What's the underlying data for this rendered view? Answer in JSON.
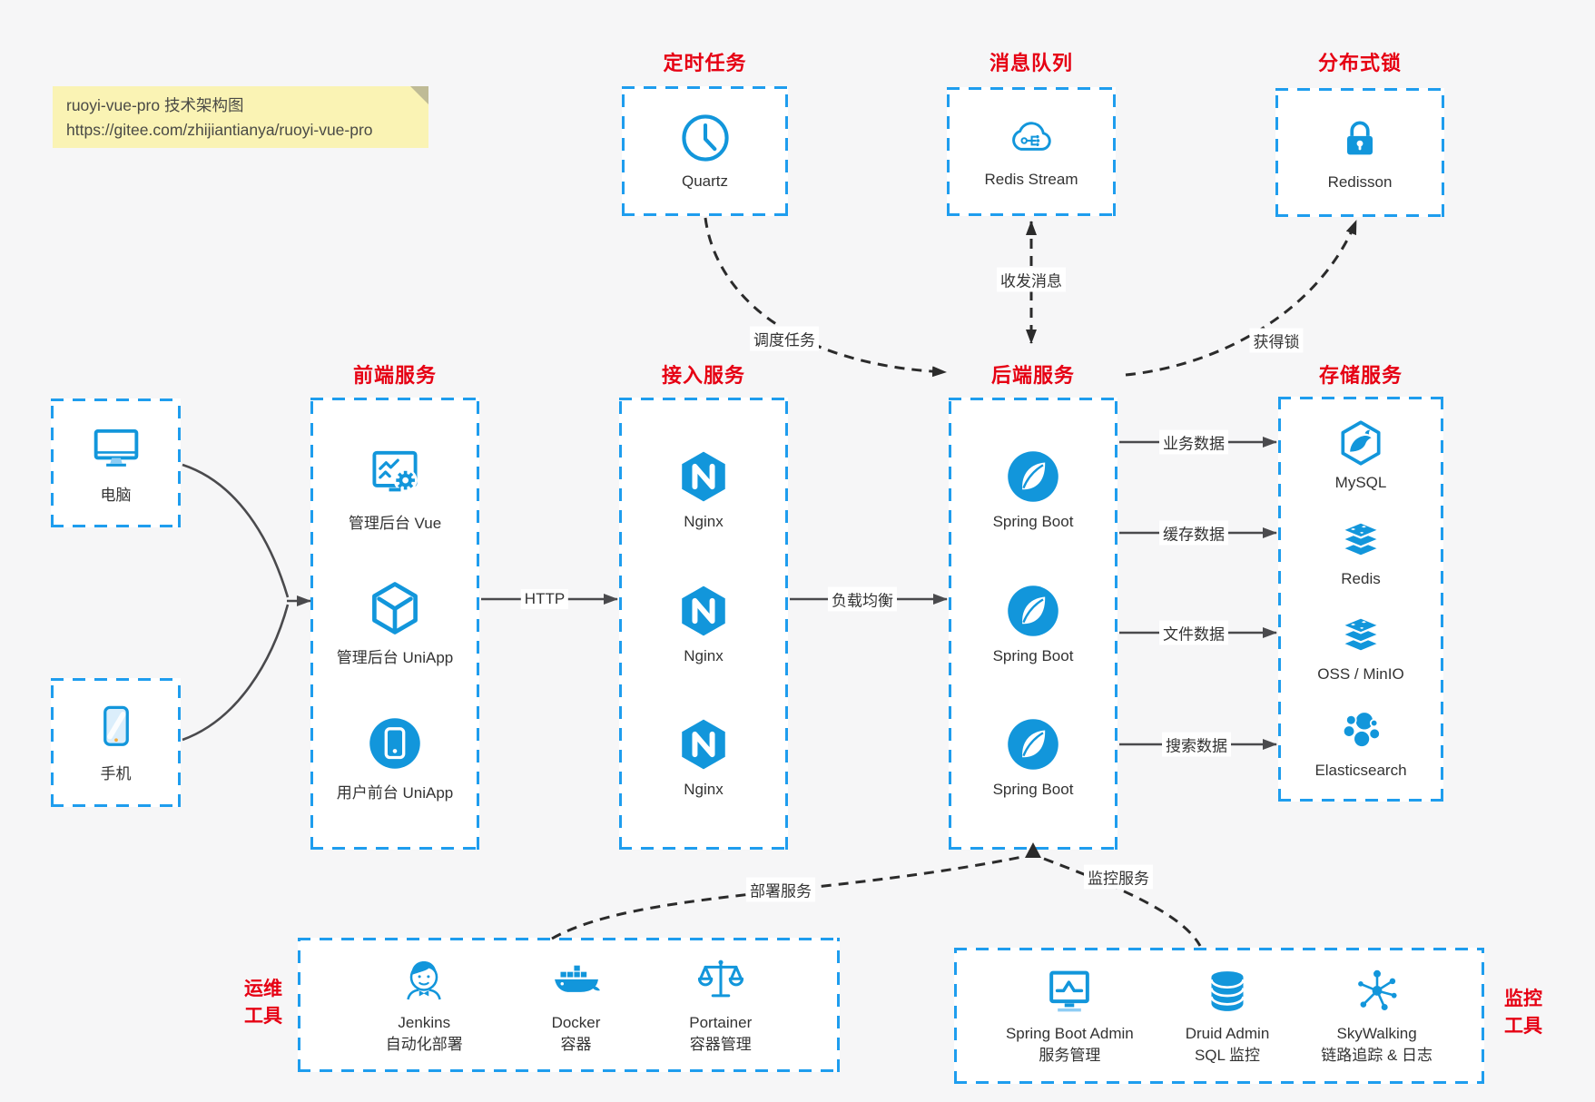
{
  "note": {
    "line1": "ruoyi-vue-pro 技术架构图",
    "line2": "https://gitee.com/zhijiantianya/ruoyi-vue-pro"
  },
  "top_groups": [
    {
      "title": "定时任务",
      "item": {
        "icon": "clock-icon",
        "label": "Quartz"
      }
    },
    {
      "title": "消息队列",
      "item": {
        "icon": "cloud-mq-icon",
        "label": "Redis Stream"
      }
    },
    {
      "title": "分布式锁",
      "item": {
        "icon": "lock-icon",
        "label": "Redisson"
      }
    }
  ],
  "clients": [
    {
      "icon": "desktop-icon",
      "label": "电脑"
    },
    {
      "icon": "mobile-icon",
      "label": "手机"
    }
  ],
  "columns": [
    {
      "title": "前端服务",
      "items": [
        {
          "icon": "admin-screen-gear-icon",
          "label": "管理后台 Vue"
        },
        {
          "icon": "uniapp-cube-icon",
          "label": "管理后台 UniApp"
        },
        {
          "icon": "user-app-phone-icon",
          "label": "用户前台 UniApp"
        }
      ]
    },
    {
      "title": "接入服务",
      "items": [
        {
          "icon": "nginx-icon",
          "label": "Nginx"
        },
        {
          "icon": "nginx-icon",
          "label": "Nginx"
        },
        {
          "icon": "nginx-icon",
          "label": "Nginx"
        }
      ]
    },
    {
      "title": "后端服务",
      "items": [
        {
          "icon": "spring-boot-icon",
          "label": "Spring Boot"
        },
        {
          "icon": "spring-boot-icon",
          "label": "Spring Boot"
        },
        {
          "icon": "spring-boot-icon",
          "label": "Spring Boot"
        }
      ]
    },
    {
      "title": "存储服务",
      "items": [
        {
          "icon": "mysql-icon",
          "label": "MySQL"
        },
        {
          "icon": "redis-stack-icon",
          "label": "Redis"
        },
        {
          "icon": "storage-stack-icon",
          "label": "OSS / MinIO"
        },
        {
          "icon": "elasticsearch-icon",
          "label": "Elasticsearch"
        }
      ]
    }
  ],
  "bottom_groups": [
    {
      "side_label": [
        "运维",
        "工具"
      ],
      "items": [
        {
          "icon": "jenkins-icon",
          "name": "Jenkins",
          "desc": "自动化部署"
        },
        {
          "icon": "docker-icon",
          "name": "Docker",
          "desc": "容器"
        },
        {
          "icon": "portainer-icon",
          "name": "Portainer",
          "desc": "容器管理"
        }
      ]
    },
    {
      "side_label": [
        "监控",
        "工具"
      ],
      "items": [
        {
          "icon": "monitor-pulse-icon",
          "name": "Spring Boot Admin",
          "desc": "服务管理"
        },
        {
          "icon": "database-icon",
          "name": "Druid Admin",
          "desc": "SQL 监控"
        },
        {
          "icon": "topology-icon",
          "name": "SkyWalking",
          "desc": "链路追踪 & 日志"
        }
      ]
    }
  ],
  "edge_labels": {
    "http": "HTTP",
    "load_balance": "负载均衡",
    "schedule": "调度任务",
    "message": "收发消息",
    "acquire_lock": "获得锁",
    "business": "业务数据",
    "cache": "缓存数据",
    "file": "文件数据",
    "search": "搜索数据",
    "deploy": "部署服务",
    "monitor": "监控服务"
  },
  "colors": {
    "accent_blue": "#1296db",
    "border_blue": "#1e9dee",
    "title_red": "#e60013",
    "note_bg": "#faf3b4",
    "arrow_gray": "#4a4a4d",
    "arrow_dark": "#2b2b2b"
  }
}
